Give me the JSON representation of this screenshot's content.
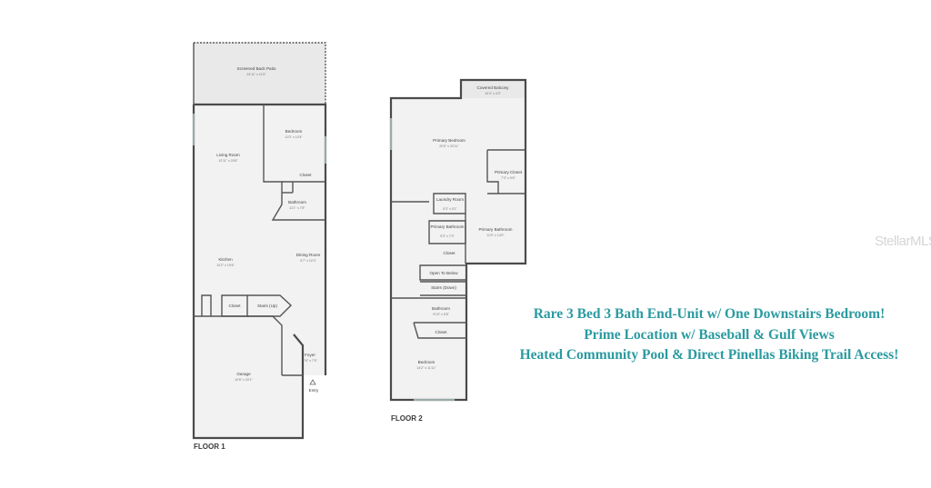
{
  "floor1": {
    "label": "FLOOR 1",
    "rooms": [
      {
        "name": "Screened Back Patio",
        "dims": "24'11\" x 11'5\""
      },
      {
        "name": "Bedroom",
        "dims": "11'0\" x 10'4\""
      },
      {
        "name": "Living Room",
        "dims": "12'11\" x 20'6\""
      },
      {
        "name": "Closet",
        "dims": ""
      },
      {
        "name": "Bathroom",
        "dims": "11'1\" x 7'8\""
      },
      {
        "name": "Kitchen",
        "dims": "13'2\" x 19'6\""
      },
      {
        "name": "Dining Room",
        "dims": "9'7\" x 10'3\""
      },
      {
        "name": "Closet",
        "dims": ""
      },
      {
        "name": "Stairs (Up)",
        "dims": ""
      },
      {
        "name": "Foyer",
        "dims": "7'6\" x 7'9\""
      },
      {
        "name": "Garage",
        "dims": "10'6\" x 20'1\""
      },
      {
        "name": "Entry",
        "dims": ""
      }
    ]
  },
  "floor2": {
    "label": "FLOOR 2",
    "rooms": [
      {
        "name": "Covered Balcony",
        "dims": "10'4\" x 4'3\""
      },
      {
        "name": "Primary Bedroom",
        "dims": "20'6\" x 20'11\""
      },
      {
        "name": "Primary Closet",
        "dims": "7'3\" x 9'6\""
      },
      {
        "name": "Laundry Room",
        "dims": "5'3\" x 5'1\""
      },
      {
        "name": "Primary Bathroom",
        "dims": "5'3\" x 7'0\""
      },
      {
        "name": "Primary Bathroom",
        "dims": "11'5\" x 14'0\""
      },
      {
        "name": "Closet",
        "dims": ""
      },
      {
        "name": "Open To Below",
        "dims": ""
      },
      {
        "name": "Stairs (Down)",
        "dims": ""
      },
      {
        "name": "Bathroom",
        "dims": "9'10\" x 5'8\""
      },
      {
        "name": "Closet",
        "dims": ""
      },
      {
        "name": "Bedroom",
        "dims": "14'2\" x 11'11\""
      }
    ]
  },
  "watermark": "StellarMLS",
  "headline": {
    "line1": "Rare 3 Bed 3 Bath End-Unit w/ One Downstairs Bedroom!",
    "line2": "Prime Location w/ Baseball & Gulf Views",
    "line3": "Heated Community Pool & Direct Pinellas Biking Trail Access!"
  },
  "colors": {
    "headline": "#2a9aa0",
    "wall": "#4a4a4a",
    "floor": "#f2f2f2"
  }
}
